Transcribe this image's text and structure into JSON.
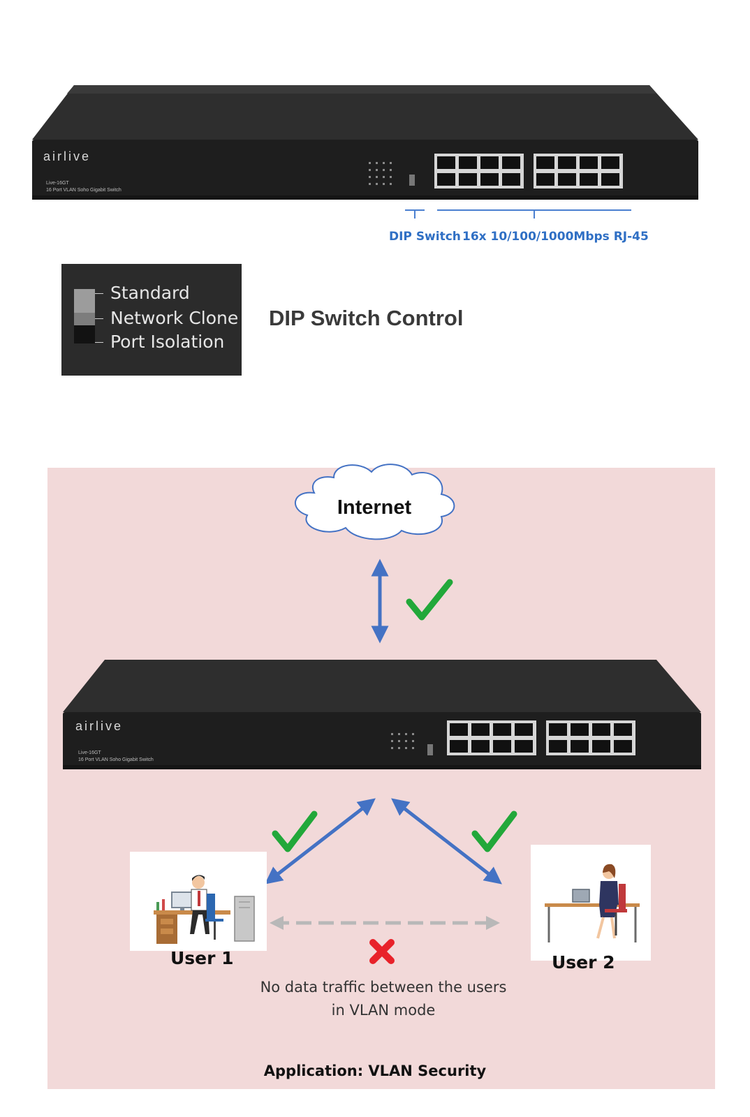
{
  "switch": {
    "brand": "airlive",
    "model": "Live-16GT",
    "model_description": "16 Port VLAN Soho Gigabit Switch"
  },
  "callouts": {
    "dip_switch": "DIP Switch",
    "ports": "16x 10/100/1000Mbps RJ-45"
  },
  "dip_panel": {
    "modes": [
      "Standard",
      "Network Clone",
      "Port Isolation"
    ]
  },
  "dip_title": "DIP Switch Control",
  "application": {
    "cloud_label": "Internet",
    "user1": "User 1",
    "user2": "User 2",
    "note_line1": "No data traffic between the users",
    "note_line2": "in VLAN mode",
    "caption": "Application: VLAN Security"
  },
  "colors": {
    "arrow_blue": "#4472c4",
    "check_green": "#22a83a",
    "cross_red": "#e8222a",
    "blocked_gray": "#b8b8b8",
    "panel_pink": "#f2d9d9"
  }
}
